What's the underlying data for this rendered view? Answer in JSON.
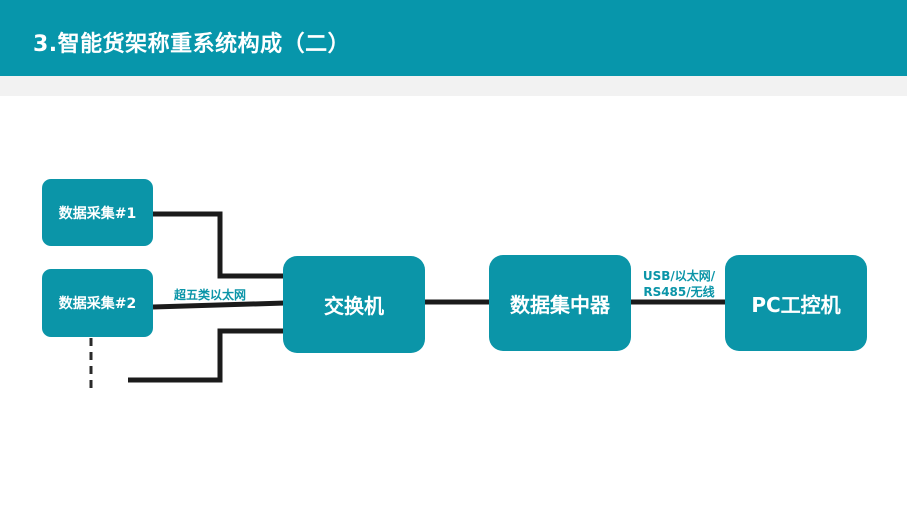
{
  "header": {
    "title": "3.智能货架称重系统构成（二）"
  },
  "colors": {
    "header_bg": "#0796ab",
    "node_fill": "#0b95a8",
    "connector": "#1b1b1b",
    "label_text": "#0b95a8"
  },
  "diagram": {
    "nodes": {
      "collector1": "数据采集#1",
      "collector2": "数据采集#2",
      "switch": "交换机",
      "concentrator": "数据集中器",
      "pc": "PC工控机"
    },
    "edge_labels": {
      "ethernet": "超五类以太网",
      "link_line1": "USB/以太网/",
      "link_line2": "RS485/无线"
    }
  }
}
